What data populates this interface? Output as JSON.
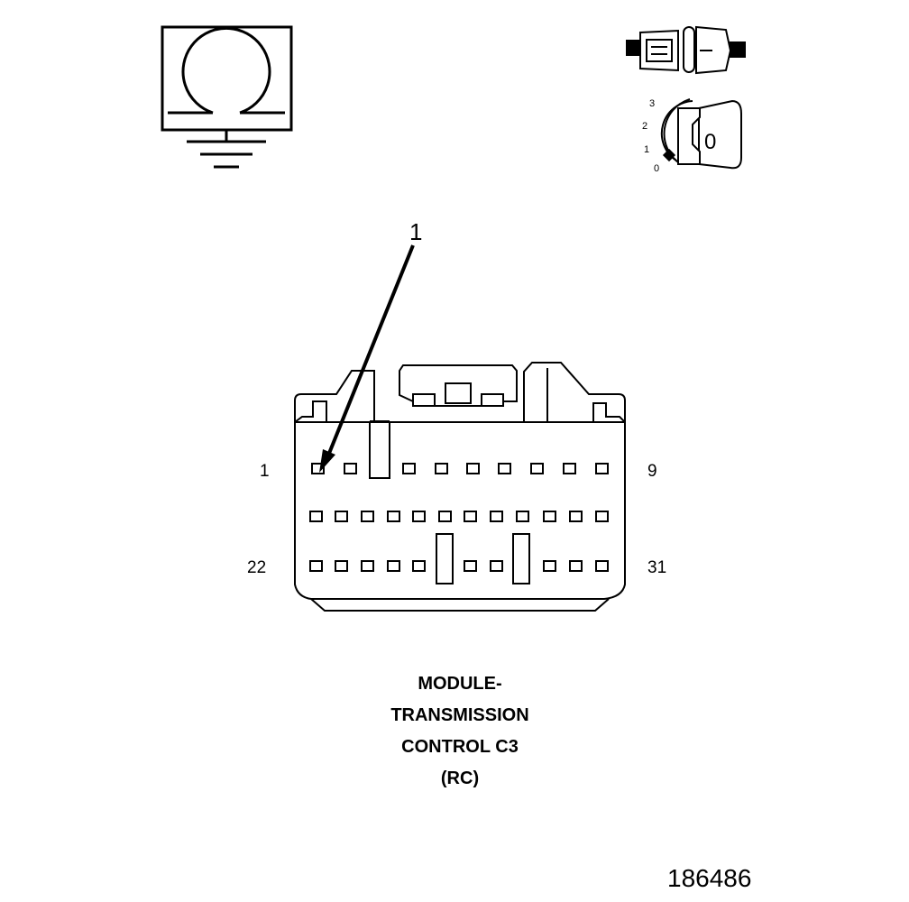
{
  "callout": {
    "number": "1"
  },
  "key_positions": [
    "3",
    "2",
    "1",
    "0"
  ],
  "key_symbol": "0",
  "connector": {
    "pin_labels": {
      "row1_start": "1",
      "row1_end": "9",
      "row3_start": "22",
      "row3_end": "31"
    }
  },
  "title_lines": [
    "MODULE-",
    "TRANSMISSION",
    "CONTROL C3",
    "(RC)"
  ],
  "figure_number": "186486"
}
